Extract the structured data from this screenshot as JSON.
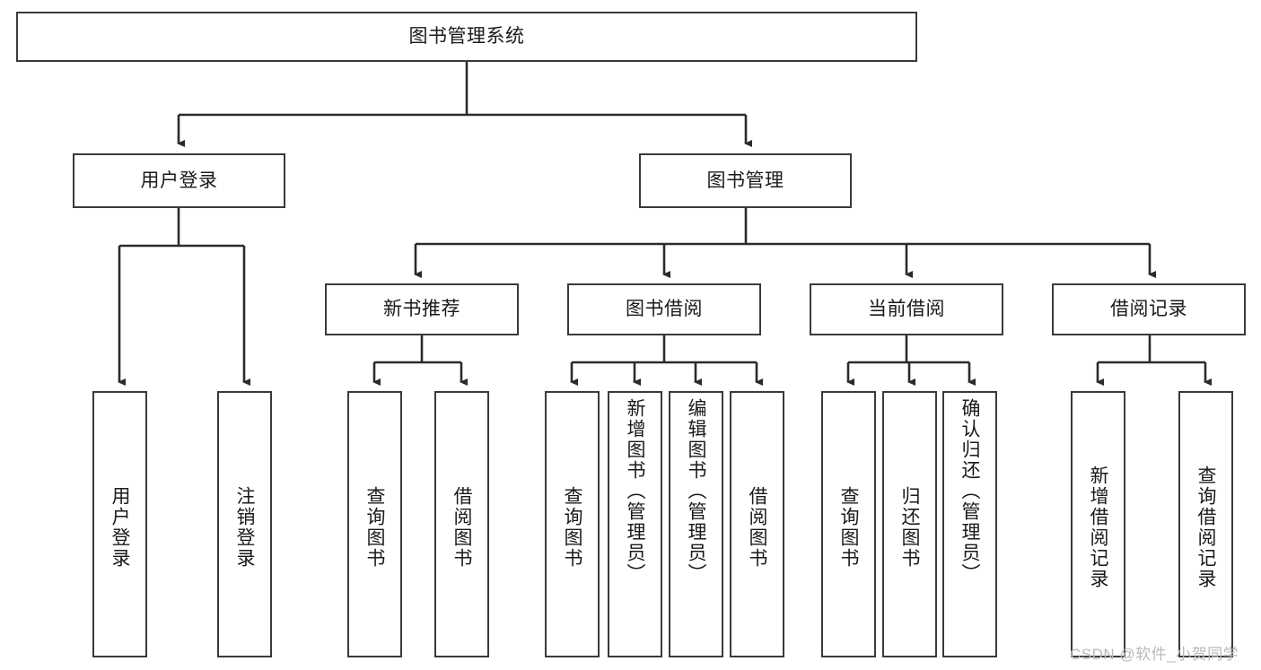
{
  "diagram": {
    "title": "图书管理系统",
    "type": "tree-hierarchy",
    "root": {
      "id": "root",
      "label": "图书管理系统"
    },
    "level2": [
      {
        "id": "user-login",
        "label": "用户登录"
      },
      {
        "id": "book-manage",
        "label": "图书管理"
      }
    ],
    "level3": [
      {
        "id": "new-book-rec",
        "label": "新书推荐",
        "parent": "book-manage"
      },
      {
        "id": "book-borrow",
        "label": "图书借阅",
        "parent": "book-manage"
      },
      {
        "id": "current-borrow",
        "label": "当前借阅",
        "parent": "book-manage"
      },
      {
        "id": "borrow-record",
        "label": "借阅记录",
        "parent": "book-manage"
      }
    ],
    "leaves": [
      {
        "id": "leaf-user-login",
        "label": "用户登录",
        "parent": "user-login"
      },
      {
        "id": "leaf-logout",
        "label": "注销登录",
        "parent": "user-login"
      },
      {
        "id": "leaf-query-book-1",
        "label": "查询图书",
        "parent": "new-book-rec"
      },
      {
        "id": "leaf-borrow-book-1",
        "label": "借阅图书",
        "parent": "new-book-rec"
      },
      {
        "id": "leaf-query-book-2",
        "label": "查询图书",
        "parent": "book-borrow"
      },
      {
        "id": "leaf-add-book",
        "label": "新增图书（管理员）",
        "parent": "book-borrow"
      },
      {
        "id": "leaf-edit-book",
        "label": "编辑图书（管理员）",
        "parent": "book-borrow"
      },
      {
        "id": "leaf-borrow-book-2",
        "label": "借阅图书",
        "parent": "book-borrow"
      },
      {
        "id": "leaf-query-book-3",
        "label": "查询图书",
        "parent": "current-borrow"
      },
      {
        "id": "leaf-return-book",
        "label": "归还图书",
        "parent": "current-borrow"
      },
      {
        "id": "leaf-confirm-return",
        "label": "确认归还（管理员）",
        "parent": "current-borrow"
      },
      {
        "id": "leaf-add-record",
        "label": "新增借阅记录",
        "parent": "borrow-record"
      },
      {
        "id": "leaf-query-record",
        "label": "查询借阅记录",
        "parent": "borrow-record"
      }
    ],
    "colors": {
      "node_border": "#3a3a3a",
      "node_fill": "#ffffff",
      "edge": "#2b2b2b",
      "text": "#1a1a1a",
      "watermark": "#b9b9b9"
    }
  },
  "watermark": {
    "text": "CSDN @软件_小贺同学"
  }
}
